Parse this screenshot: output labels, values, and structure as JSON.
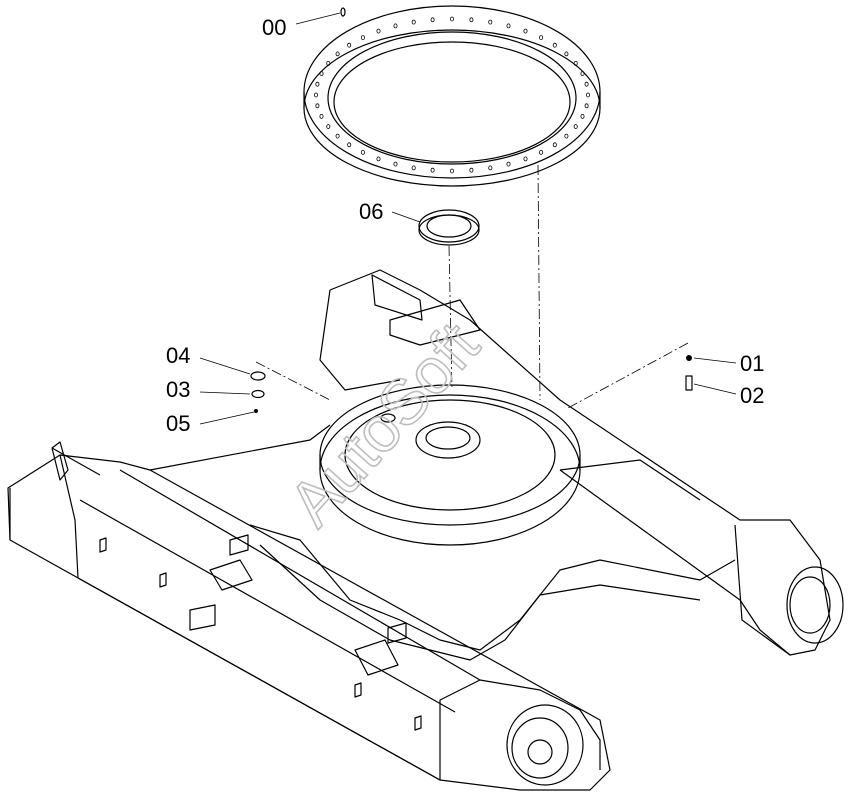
{
  "diagram": {
    "watermark": "AutoSoft",
    "callouts": [
      {
        "id": "00",
        "text": "00"
      },
      {
        "id": "06",
        "text": "06"
      },
      {
        "id": "04",
        "text": "04"
      },
      {
        "id": "03",
        "text": "03"
      },
      {
        "id": "05",
        "text": "05"
      },
      {
        "id": "01",
        "text": "01"
      },
      {
        "id": "02",
        "text": "02"
      }
    ]
  }
}
